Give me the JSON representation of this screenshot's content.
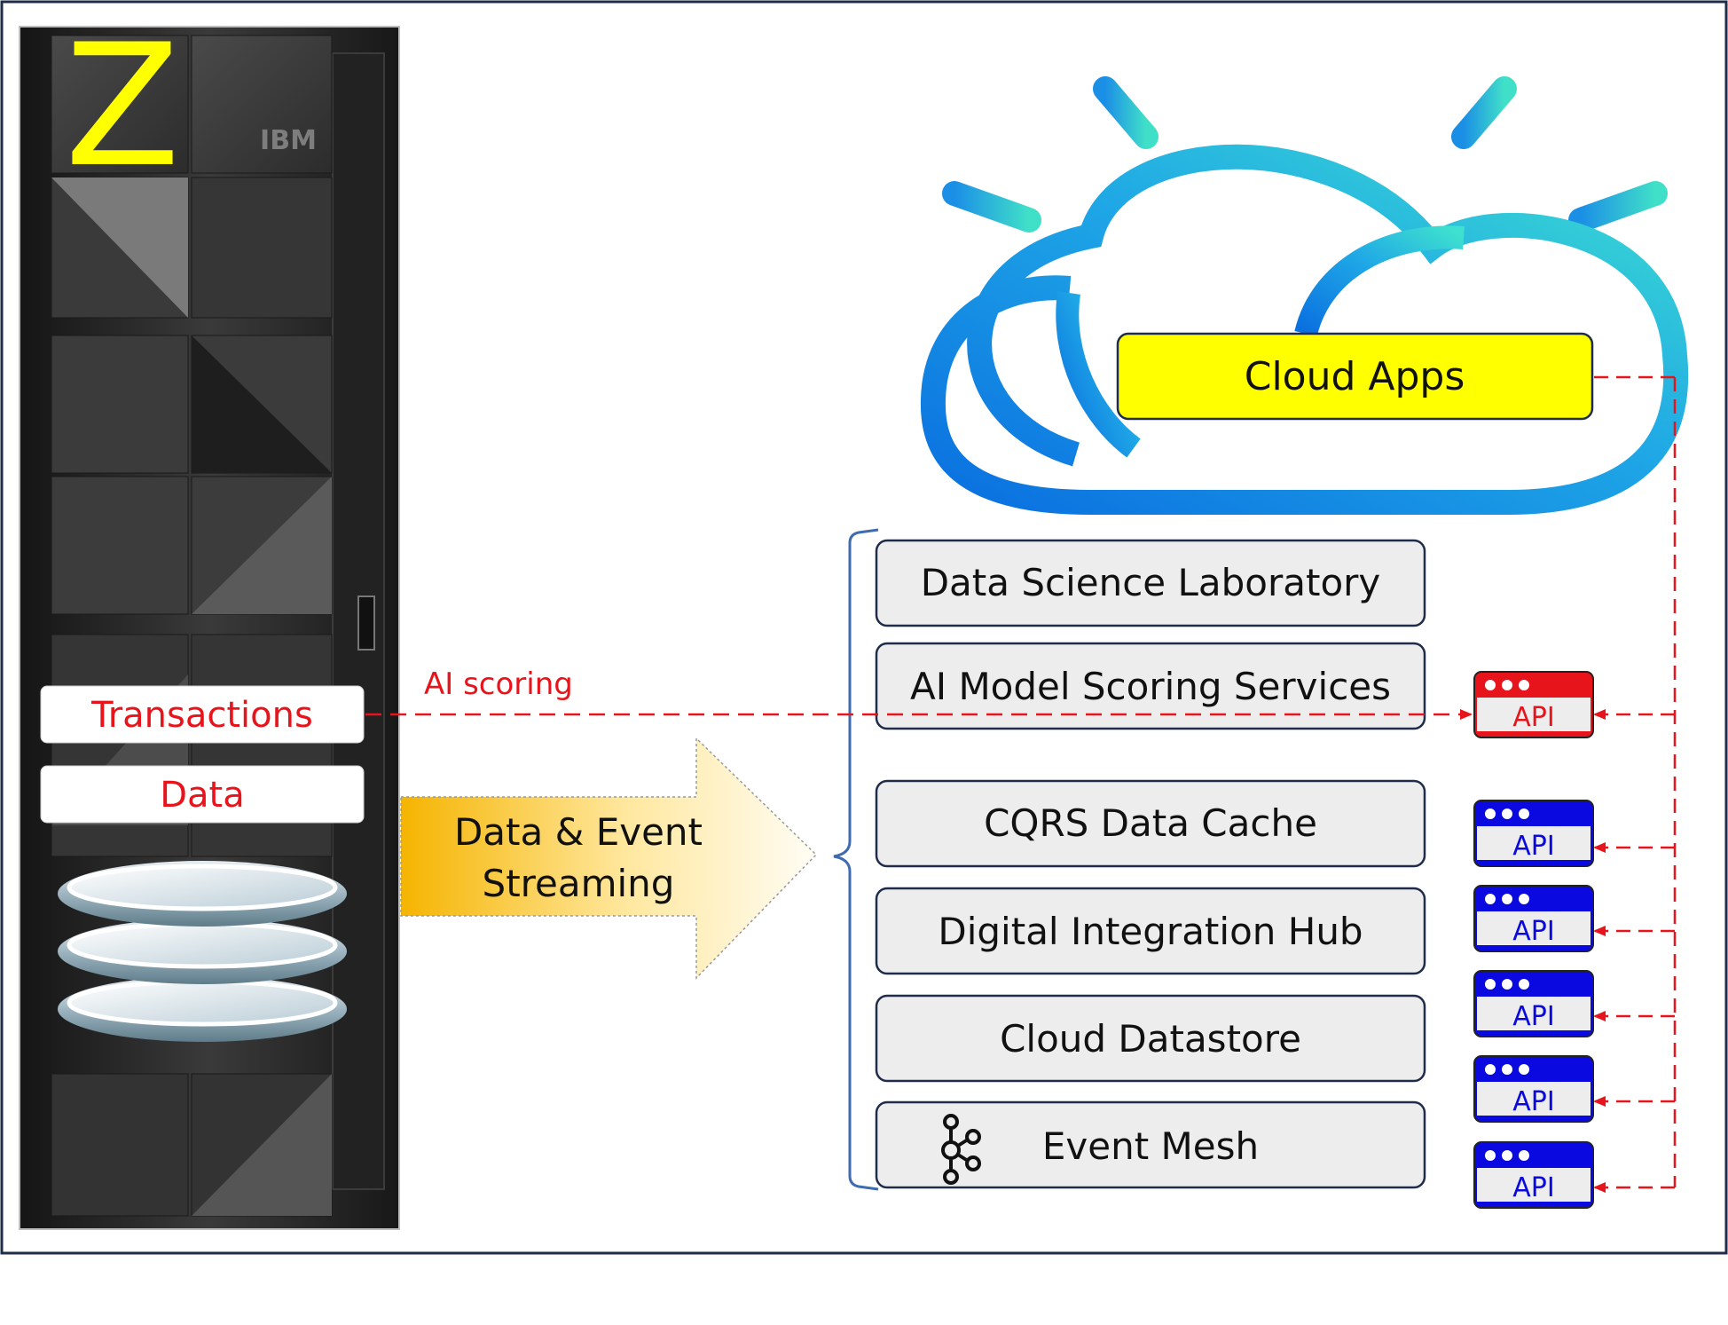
{
  "mainframe": {
    "brand": "IBM",
    "logo_letter": "Z",
    "labels": {
      "transactions": "Transactions",
      "data": "Data"
    }
  },
  "cloud": {
    "apps_label": "Cloud Apps"
  },
  "streaming_arrow": {
    "line1": "Data & Event",
    "line2": "Streaming"
  },
  "ai_scoring_label": "AI scoring",
  "services": [
    {
      "label": "Data Science Laboratory"
    },
    {
      "label": "AI Model Scoring Services"
    },
    {
      "label": "CQRS Data Cache"
    },
    {
      "label": "Digital Integration Hub"
    },
    {
      "label": "Cloud Datastore"
    },
    {
      "label": "Event Mesh"
    }
  ],
  "api_badges": [
    {
      "label": "API",
      "color": "red"
    },
    {
      "label": "API",
      "color": "blue"
    },
    {
      "label": "API",
      "color": "blue"
    },
    {
      "label": "API",
      "color": "blue"
    },
    {
      "label": "API",
      "color": "blue"
    },
    {
      "label": "API",
      "color": "blue"
    }
  ],
  "colors": {
    "frame_border": "#1f2d4a",
    "flow_red": "#e8141b",
    "api_blue": "#0a0ae0",
    "api_red": "#e8141b",
    "cloud_apps_fill": "#ffff00",
    "service_fill": "#ededed",
    "service_border": "#1f2d4a",
    "mainframe_dark": "#2a2a2a",
    "logo_yellow": "#ffff00"
  }
}
